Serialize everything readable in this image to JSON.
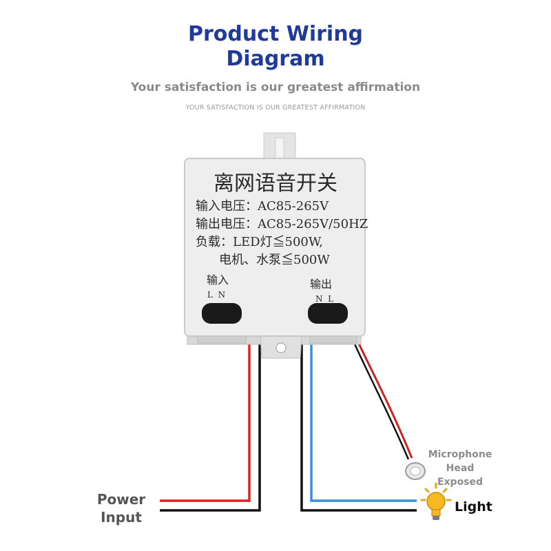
{
  "header": {
    "title_line1": "Product Wiring",
    "title_line2": "Diagram",
    "subtitle": "Your satisfaction is our greatest affirmation",
    "subtitle_caps": "YOUR SATISFACTION IS OUR GREATEST AFFIRMATION"
  },
  "device": {
    "name": "离网语音开关",
    "input_voltage": "输入电压：AC85-265V",
    "output_voltage": "输出电压：AC85-265V/50HZ",
    "load_line1": "负载：LED灯≦500W,",
    "load_line2": "电机、水泵≦500W",
    "input_label": "输入",
    "input_terminals": "L  N",
    "output_label": "输出",
    "output_terminals": "N  L"
  },
  "labels": {
    "power_line1": "Power",
    "power_line2": "Input",
    "light": "Light",
    "mic_line1": "Microphone",
    "mic_line2": "Head",
    "mic_line3": "Exposed"
  },
  "colors": {
    "title": "#1f3a9b",
    "wire_live": "#e02020",
    "wire_neutral": "#111111",
    "wire_output": "#3a8ee0"
  },
  "icons": [
    "light-bulb-icon",
    "microphone-icon"
  ]
}
